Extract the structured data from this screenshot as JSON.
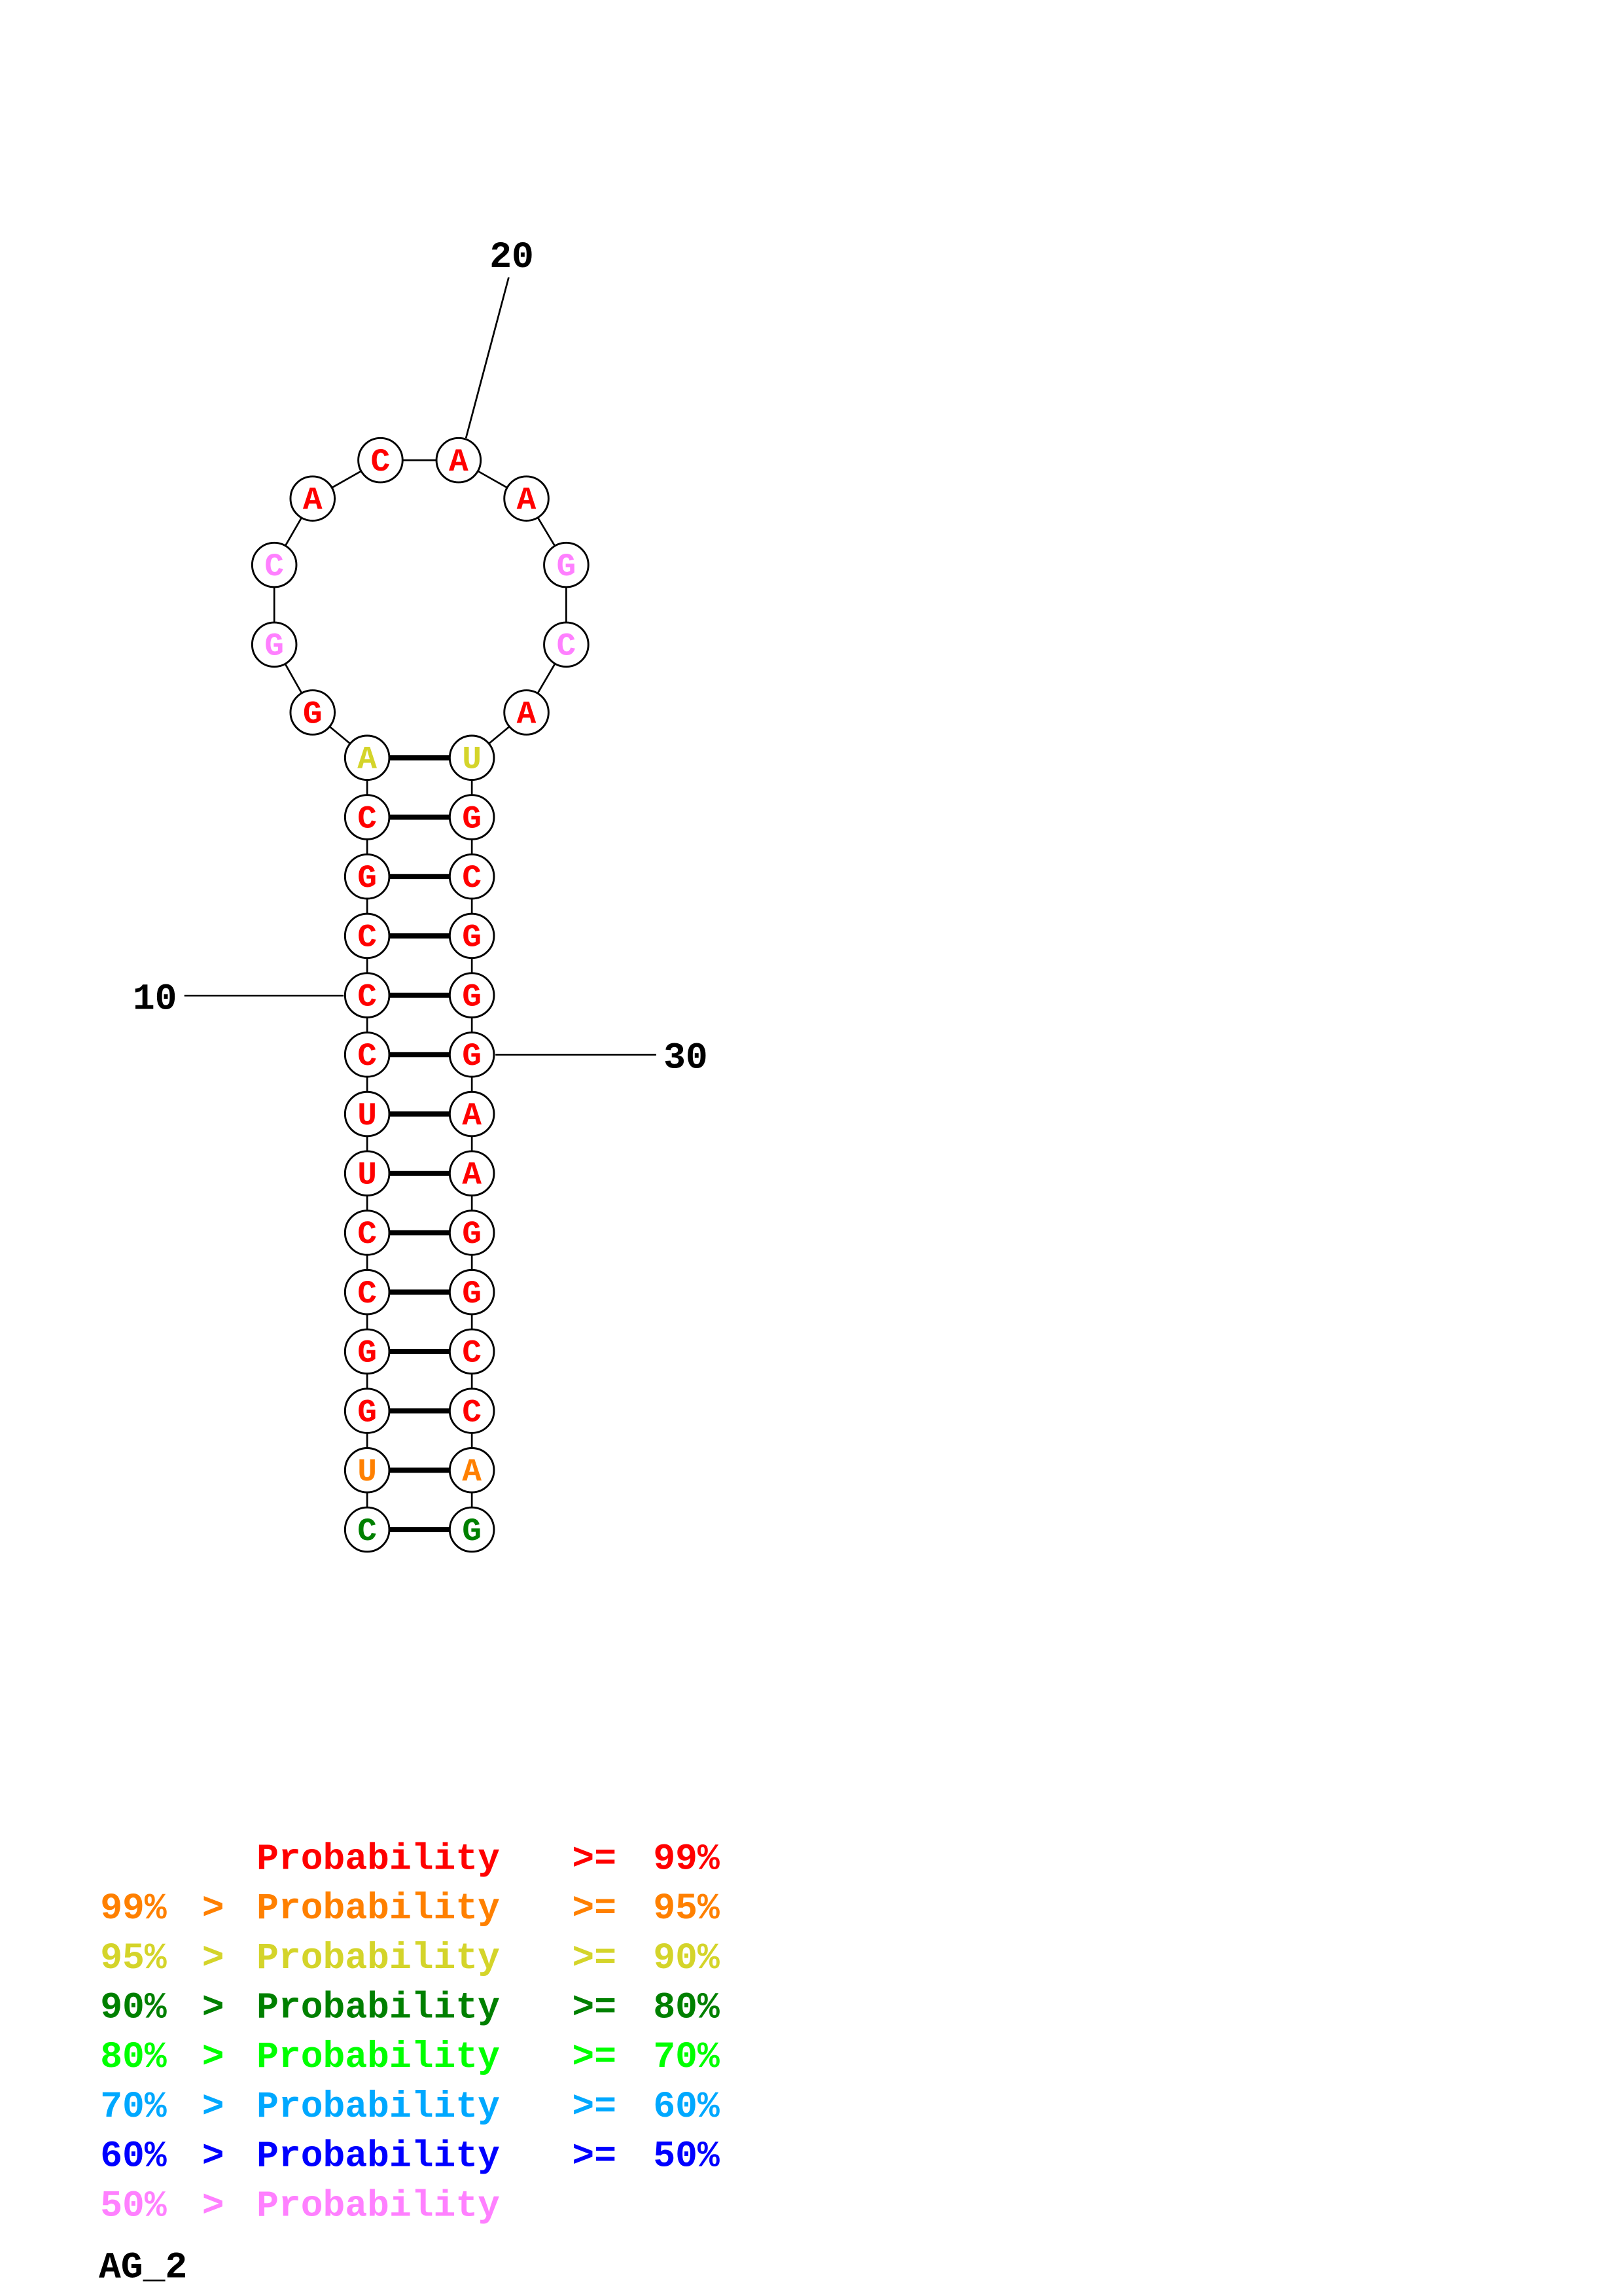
{
  "title": "AG_2",
  "colors": {
    "p99": "#ff0000",
    "p95": "#ff8000",
    "p90": "#d4d42a",
    "p80": "#008000",
    "p70": "#00ff00",
    "p60": "#00a8ff",
    "p50": "#0000ff",
    "plow": "#ff80ff"
  },
  "nucleotides": [
    {
      "n": 1,
      "base": "C",
      "prob": "p80"
    },
    {
      "n": 2,
      "base": "U",
      "prob": "p95"
    },
    {
      "n": 3,
      "base": "G",
      "prob": "p99"
    },
    {
      "n": 4,
      "base": "G",
      "prob": "p99"
    },
    {
      "n": 5,
      "base": "C",
      "prob": "p99"
    },
    {
      "n": 6,
      "base": "C",
      "prob": "p99"
    },
    {
      "n": 7,
      "base": "U",
      "prob": "p99"
    },
    {
      "n": 8,
      "base": "U",
      "prob": "p99"
    },
    {
      "n": 9,
      "base": "C",
      "prob": "p99"
    },
    {
      "n": 10,
      "base": "C",
      "prob": "p99"
    },
    {
      "n": 11,
      "base": "C",
      "prob": "p99"
    },
    {
      "n": 12,
      "base": "G",
      "prob": "p99"
    },
    {
      "n": 13,
      "base": "C",
      "prob": "p99"
    },
    {
      "n": 14,
      "base": "A",
      "prob": "p90"
    },
    {
      "n": 15,
      "base": "G",
      "prob": "p99"
    },
    {
      "n": 16,
      "base": "G",
      "prob": "plow"
    },
    {
      "n": 17,
      "base": "C",
      "prob": "plow"
    },
    {
      "n": 18,
      "base": "A",
      "prob": "p99"
    },
    {
      "n": 19,
      "base": "C",
      "prob": "p99"
    },
    {
      "n": 20,
      "base": "A",
      "prob": "p99"
    },
    {
      "n": 21,
      "base": "A",
      "prob": "p99"
    },
    {
      "n": 22,
      "base": "G",
      "prob": "plow"
    },
    {
      "n": 23,
      "base": "C",
      "prob": "plow"
    },
    {
      "n": 24,
      "base": "A",
      "prob": "p99"
    },
    {
      "n": 25,
      "base": "U",
      "prob": "p90"
    },
    {
      "n": 26,
      "base": "G",
      "prob": "p99"
    },
    {
      "n": 27,
      "base": "C",
      "prob": "p99"
    },
    {
      "n": 28,
      "base": "G",
      "prob": "p99"
    },
    {
      "n": 29,
      "base": "G",
      "prob": "p99"
    },
    {
      "n": 30,
      "base": "G",
      "prob": "p99"
    },
    {
      "n": 31,
      "base": "A",
      "prob": "p99"
    },
    {
      "n": 32,
      "base": "A",
      "prob": "p99"
    },
    {
      "n": 33,
      "base": "G",
      "prob": "p99"
    },
    {
      "n": 34,
      "base": "G",
      "prob": "p99"
    },
    {
      "n": 35,
      "base": "C",
      "prob": "p99"
    },
    {
      "n": 36,
      "base": "C",
      "prob": "p99"
    },
    {
      "n": 37,
      "base": "A",
      "prob": "p95"
    },
    {
      "n": 38,
      "base": "G",
      "prob": "p80"
    }
  ],
  "pairs": [
    [
      1,
      38
    ],
    [
      2,
      37
    ],
    [
      3,
      36
    ],
    [
      4,
      35
    ],
    [
      5,
      34
    ],
    [
      6,
      33
    ],
    [
      7,
      32
    ],
    [
      8,
      31
    ],
    [
      9,
      30
    ],
    [
      10,
      29
    ],
    [
      11,
      28
    ],
    [
      12,
      27
    ],
    [
      13,
      26
    ],
    [
      14,
      25
    ]
  ],
  "position_labels": [
    {
      "n": 10,
      "text": "10"
    },
    {
      "n": 20,
      "text": "20"
    },
    {
      "n": 30,
      "text": "30"
    }
  ],
  "legend": [
    {
      "low": "",
      "gt": "",
      "word": "Probability",
      "ge": ">=",
      "high": "99%",
      "prob": "p99"
    },
    {
      "low": "99%",
      "gt": ">",
      "word": "Probability",
      "ge": ">=",
      "high": "95%",
      "prob": "p95"
    },
    {
      "low": "95%",
      "gt": ">",
      "word": "Probability",
      "ge": ">=",
      "high": "90%",
      "prob": "p90"
    },
    {
      "low": "90%",
      "gt": ">",
      "word": "Probability",
      "ge": ">=",
      "high": "80%",
      "prob": "p80"
    },
    {
      "low": "80%",
      "gt": ">",
      "word": "Probability",
      "ge": ">=",
      "high": "70%",
      "prob": "p70"
    },
    {
      "low": "70%",
      "gt": ">",
      "word": "Probability",
      "ge": ">=",
      "high": "60%",
      "prob": "p60"
    },
    {
      "low": "60%",
      "gt": ">",
      "word": "Probability",
      "ge": ">=",
      "high": "50%",
      "prob": "p50"
    },
    {
      "low": "50%",
      "gt": ">",
      "word": "Probability",
      "ge": "",
      "high": "",
      "prob": "plow"
    }
  ]
}
